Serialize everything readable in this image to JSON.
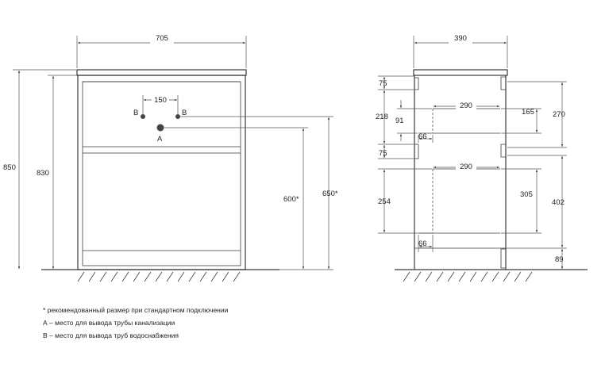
{
  "colors": {
    "line": "#3a3a3a",
    "dim_line": "#555555",
    "text": "#222222",
    "marker": "#444444"
  },
  "front_view": {
    "width": "705",
    "height_total": "850",
    "height_body": "830",
    "outlet_spacing": "150",
    "outlet_b": "B",
    "outlet_a": "A",
    "drain_height": "600*",
    "supply_height": "650*"
  },
  "side_view": {
    "depth": "390",
    "left": {
      "top_gap": "75",
      "upper_section": "218",
      "upper_offset": "91",
      "middle_gap": "75",
      "lower_section": "254"
    },
    "shelf_upper_depth": "290",
    "shelf_lower_depth": "290",
    "setback_upper": "66",
    "setback_lower": "66",
    "right": {
      "inner_upper": "165",
      "inner_lower": "305",
      "outer_upper": "270",
      "outer_lower": "402",
      "plinth": "89"
    }
  },
  "notes": [
    "* рекомендованный размер при стандартном подключении",
    "А – место для вывода трубы канализации",
    "В – место для вывода труб водоснабжения"
  ]
}
